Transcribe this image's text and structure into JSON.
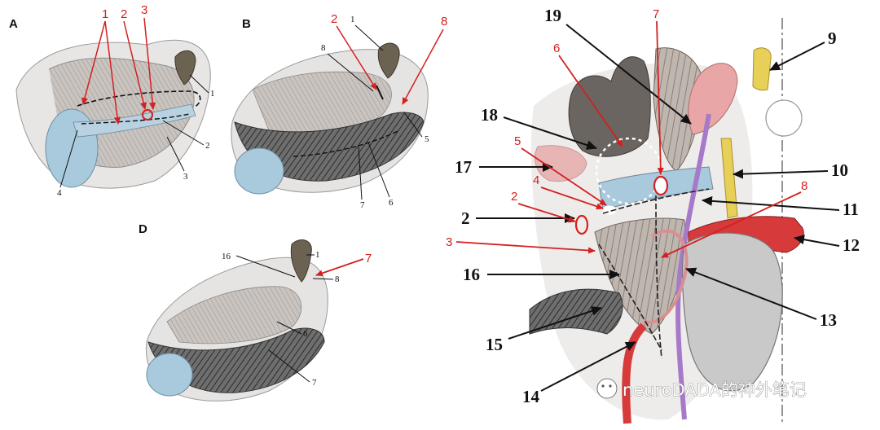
{
  "panels": {
    "A": {
      "letter": "A",
      "black_labels": [
        "1",
        "2",
        "3",
        "4"
      ],
      "red_labels": [
        "1",
        "2",
        "3"
      ]
    },
    "B": {
      "letter": "B",
      "black_labels": [
        "1",
        "8",
        "5",
        "7",
        "6"
      ],
      "red_labels": [
        "2",
        "8"
      ]
    },
    "D": {
      "letter": "D",
      "black_labels": [
        "16",
        "1",
        "8",
        "6",
        "7"
      ],
      "red_labels": [
        "7"
      ]
    },
    "main": {
      "black_labels": [
        "19",
        "9",
        "18",
        "17",
        "10",
        "2",
        "11",
        "12",
        "16",
        "13",
        "15",
        "14"
      ],
      "red_labels": [
        "7",
        "6",
        "5",
        "4",
        "8",
        "2",
        "3"
      ]
    }
  },
  "watermark": "neuroDADA的神外笔记",
  "colors": {
    "annotation_red": "#d42020",
    "vessel_red": "#d63a3a",
    "cistern_blue": "#a9c9dc",
    "nerve_yellow": "#e8cf57",
    "nerve_purple": "#a77ac9",
    "pale_pink": "#e8a6a6"
  }
}
